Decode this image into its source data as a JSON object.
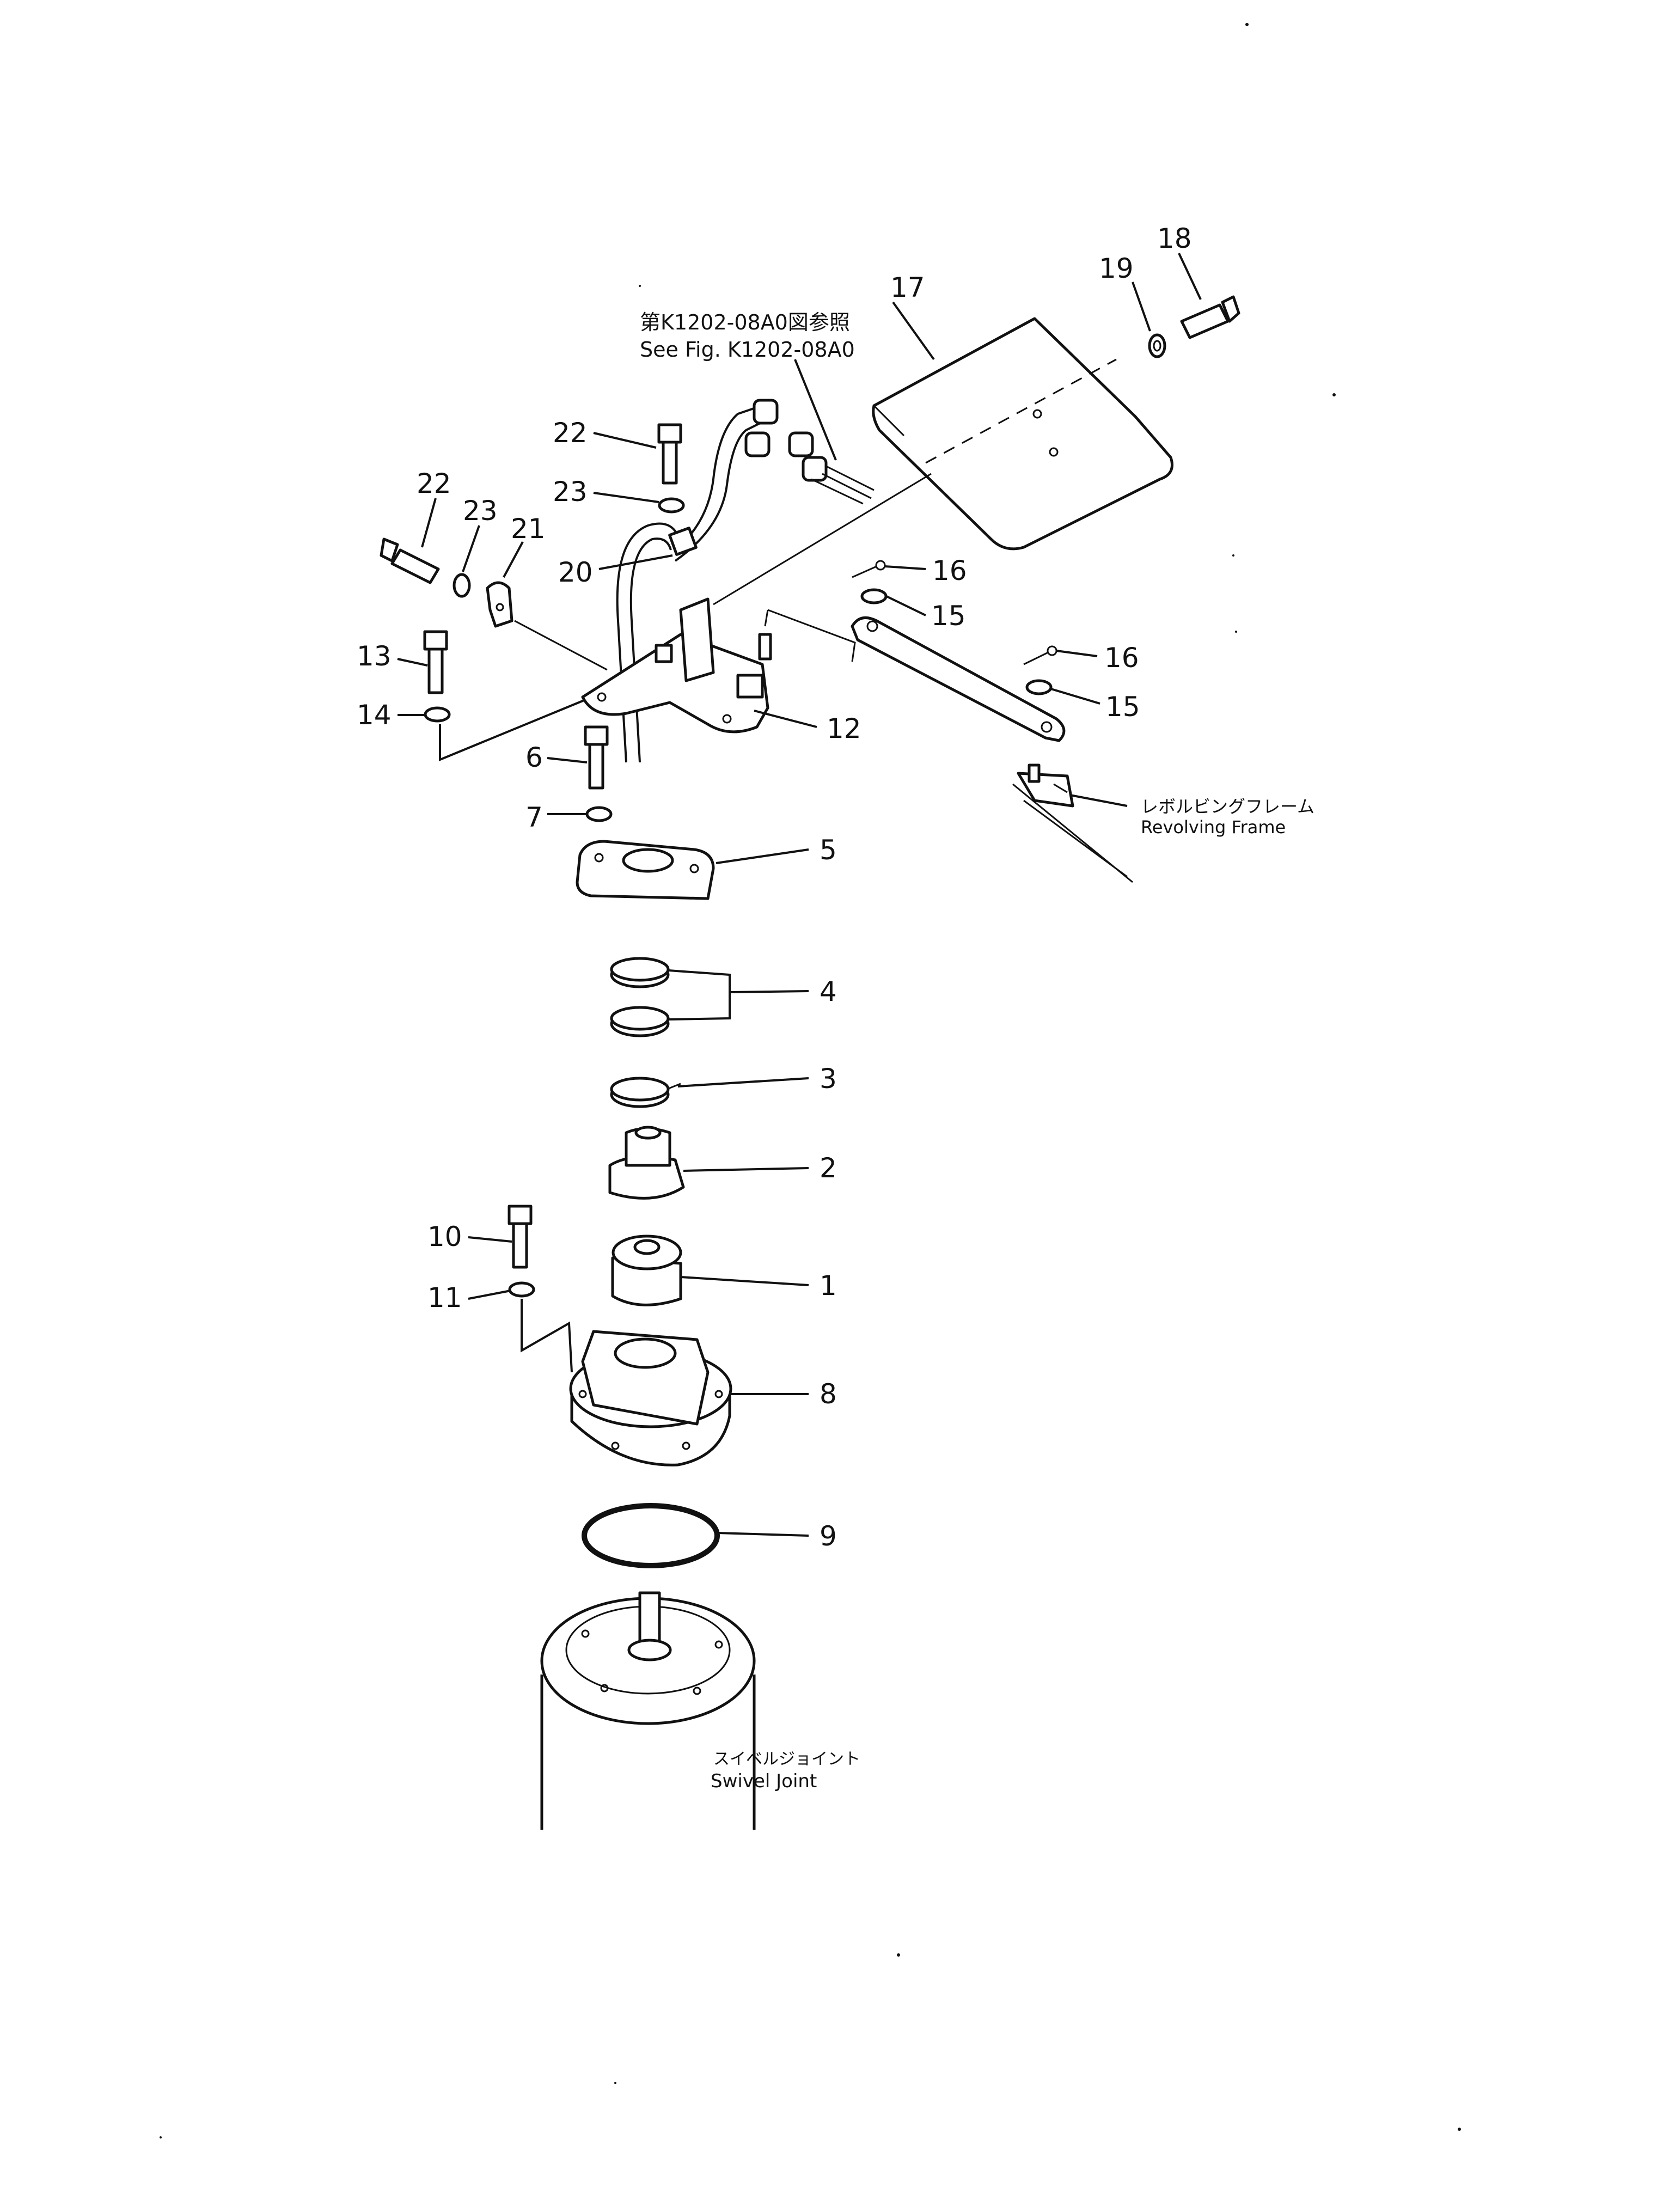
{
  "callouts": {
    "n1": "1",
    "n2": "2",
    "n3": "3",
    "n4": "4",
    "n5": "5",
    "n6": "6",
    "n7": "7",
    "n8": "8",
    "n9": "9",
    "n10": "10",
    "n11": "11",
    "n12": "12",
    "n13": "13",
    "n14": "14",
    "n15a": "15",
    "n15b": "15",
    "n16a": "16",
    "n16b": "16",
    "n17": "17",
    "n18": "18",
    "n19": "19",
    "n20": "20",
    "n21": "21",
    "n22a": "22",
    "n22b": "22",
    "n23a": "23",
    "n23b": "23"
  },
  "captions": {
    "see_fig_jp": "第K1202-08A0図参照",
    "see_fig_en": "See Fig. K1202-08A0",
    "revolving_frame_jp": "レボルビングフレーム",
    "revolving_frame_en": "Revolving Frame",
    "swivel_joint_jp": "スイベルジョイント",
    "swivel_joint_en": "Swivel Joint"
  }
}
